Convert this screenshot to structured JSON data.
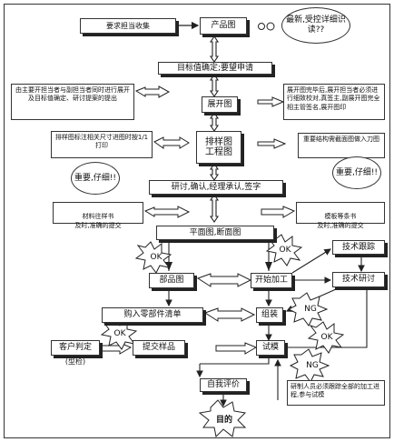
{
  "nodes": {
    "n_demand": "要求担当收集",
    "n_product_drawing": "产品图",
    "n_bubble_latest": "最新,受控详细识读??",
    "n_target_value": "目标值确定;要望申请",
    "n_note_tandem": "由主要开担当者与副担当者同时进行展开及目标值确定、研讨提案的提出",
    "n_unfold": "展开图",
    "n_note_unfold": "展开图完毕后,展开担当者必须进行细致校对,真签主,副展开图完全相主管签名,展开图印",
    "n_note_layout": "排样图标注相关尺寸进图时按1/1打印",
    "n_layout": "排样图\n工程图",
    "n_note_structure": "重要结构需截面图做入刀图",
    "n_bubble_important_left": "重要,仔细!!",
    "n_bubble_important_right": "重要,仔细!!",
    "n_review": "研讨,确认,经理承认,签字",
    "n_note_material": "材料往样书\n及时,准确的提交",
    "n_note_mold": "模板等条书\n及时,准确的提交",
    "n_plan": "平面图,断面图",
    "n_ok_1": "OK",
    "n_ok_2": "OK",
    "n_ok_3": "OK",
    "n_ok_4": "OK",
    "n_ng_1": "NG",
    "n_ng_2": "NG",
    "n_tech_track": "技术跟踪",
    "n_parts": "部品图",
    "n_start_process": "开始加工",
    "n_tech_research": "技术研讨",
    "n_purchase": "购入零部件清单",
    "n_assembly": "组装",
    "n_customer": "客户判定",
    "n_submit_sample": "提交样品",
    "n_trial": "试模",
    "n_sample_model": "(型检)",
    "n_self_eval": "自我评价",
    "n_note_researcher": "研制人员必须跟踪全部的加工进程,参与试模",
    "n_goal": "目的"
  },
  "colors": {
    "line": "#222222",
    "background": "#ffffff"
  }
}
